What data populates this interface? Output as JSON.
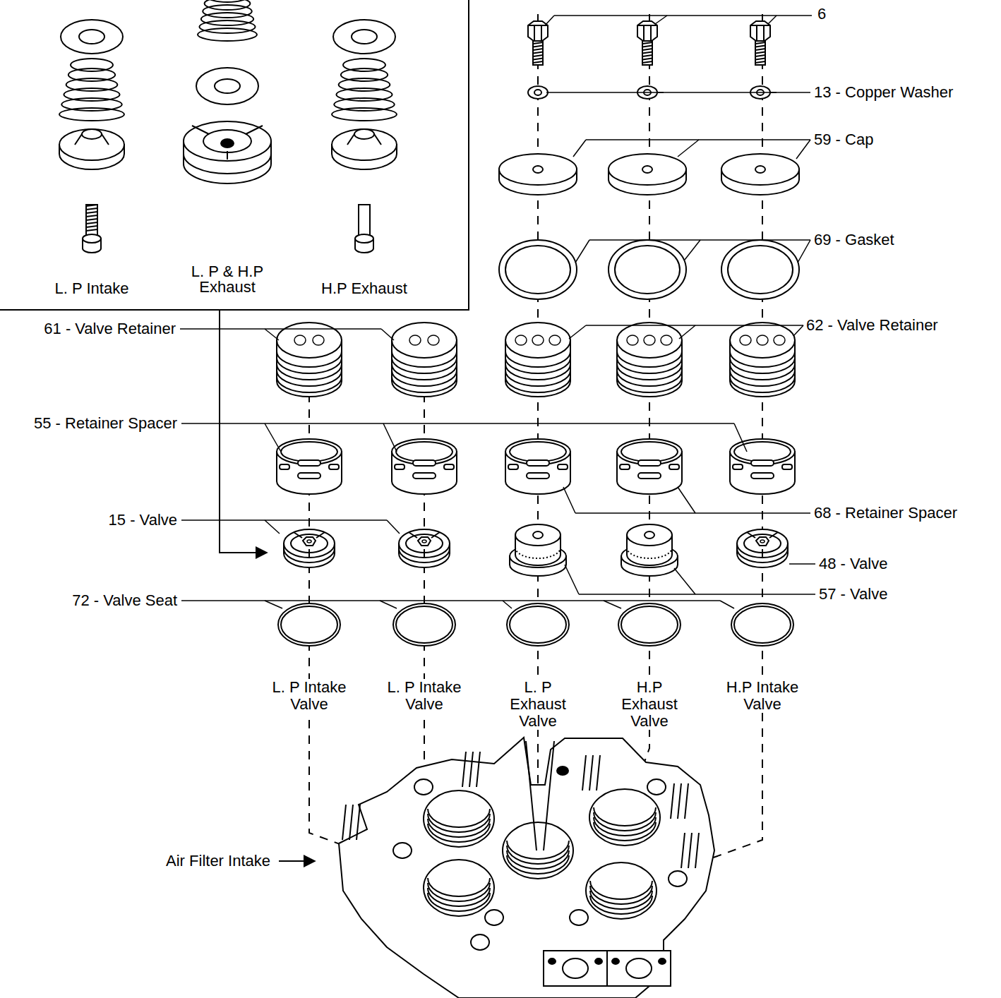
{
  "diagram": {
    "nodes": [
      {
        "text": [
          "L. P Intake",
          "L. P & H.P Exhaust",
          "H.P Exhaust"
        ]
      }
    ],
    "labels": [
      "6",
      "13 - Copper Washer",
      "59 - Cap",
      "69 - Gasket",
      "61 - Valve Retainer",
      "62 - Valve Retainer",
      "55 - Retainer Spacer",
      "68 - Retainer Spacer",
      "15 - Valve",
      "48 - Valve",
      "57 - Valve",
      "72 - Valve Seat",
      "L. P Intake Valve",
      "L. P Intake Valve",
      "L. P Exhaust Valve",
      "H.P Exhaust Valve",
      "H.P Intake Valve",
      "Air Filter Intake"
    ]
  }
}
